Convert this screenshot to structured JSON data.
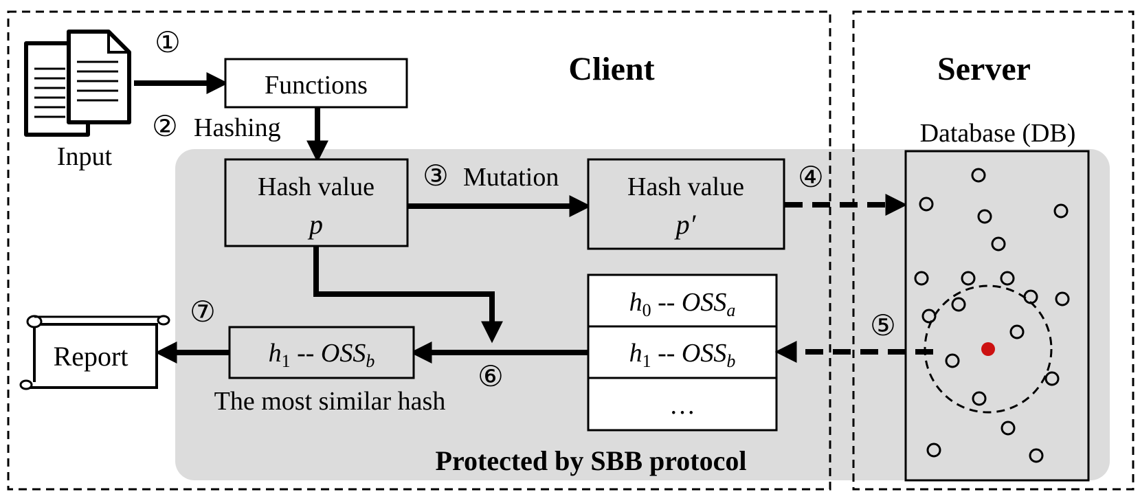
{
  "labels": {
    "client": "Client",
    "server": "Server",
    "database": "Database (DB)",
    "input": "Input",
    "functions": "Functions",
    "hashing": "Hashing",
    "hash_value": "Hash value",
    "p": "p",
    "p_prime": "p′",
    "mutation": "Mutation",
    "report": "Report",
    "most_similar": "The most similar hash",
    "protected": "Protected by SBB protocol",
    "table_row0_h": "h",
    "table_row0_sub": "0",
    "table_row0_sep": " -- ",
    "table_row0_oss": "OSS",
    "table_row0_oss_sub": "a",
    "table_row1_h": "h",
    "table_row1_sub": "1",
    "table_row1_sep": " -- ",
    "table_row1_oss": "OSS",
    "table_row1_oss_sub": "b",
    "table_row2": "…",
    "result_h": "h",
    "result_sub": "1",
    "result_sep": " -- ",
    "result_oss": "OSS",
    "result_oss_sub": "b"
  },
  "steps": {
    "s1": "①",
    "s2": "②",
    "s3": "③",
    "s4": "④",
    "s5": "⑤",
    "s6": "⑥",
    "s7": "⑦"
  },
  "colors": {
    "protected_region": "#dcdcdc",
    "query_point": "#cc1111"
  }
}
